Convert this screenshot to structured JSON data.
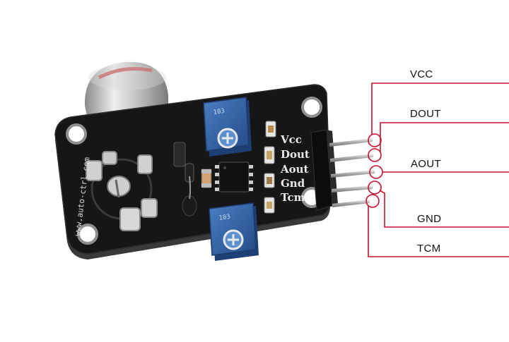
{
  "pin_labels": [
    "VCC",
    "DOUT",
    "AOUT",
    "GND",
    "TCM"
  ],
  "silkscreen": {
    "pins": [
      "Vcc",
      "Dout",
      "Aout",
      "Gnd",
      "Tcm"
    ],
    "website": "www.auto-ctrl.com",
    "pot_marking_top": "103",
    "pot_marking_bottom": "103"
  },
  "colors": {
    "leader_line": "#c8102e",
    "board": "#141414",
    "potentiometer": "#2f62a8",
    "header_pins": "#b9b9b9"
  }
}
